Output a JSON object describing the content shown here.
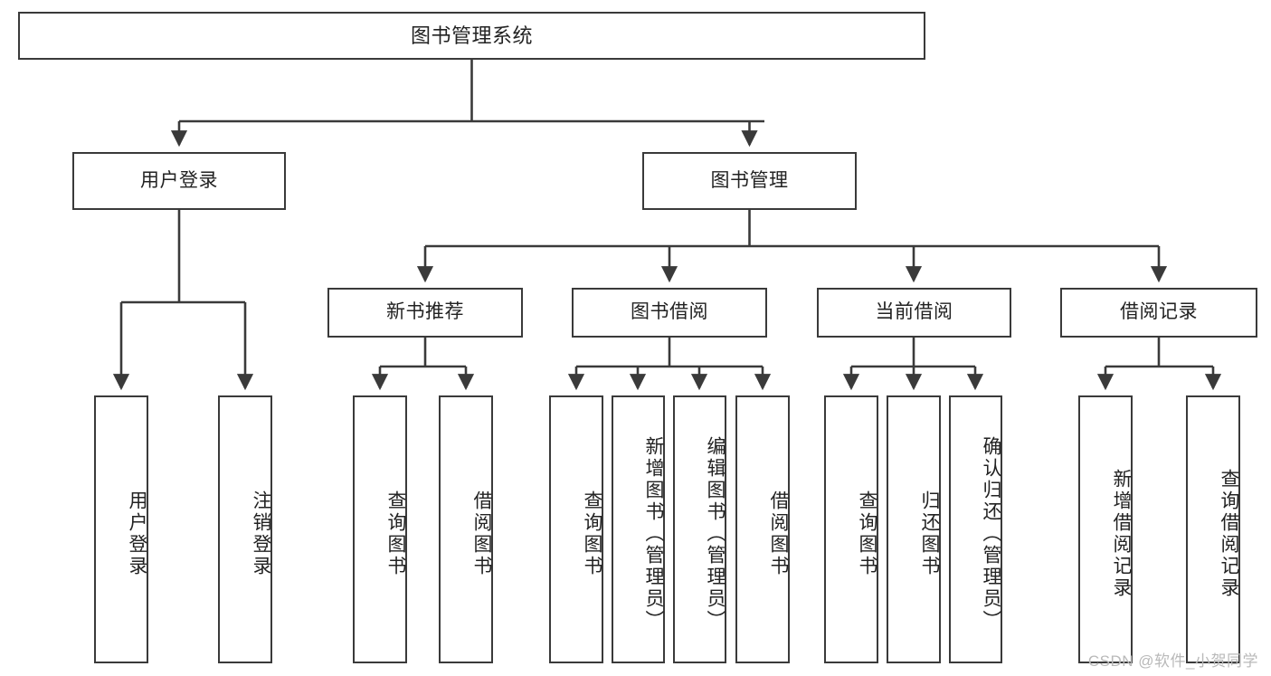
{
  "diagram": {
    "title": "图书管理系统",
    "type": "tree",
    "stroke_color": "#3a3a3a",
    "text_color": "#222222",
    "background_color": "#ffffff",
    "watermark": "CSDN @软件_小贺同学"
  },
  "nodes": {
    "root": {
      "label": "图书管理系统"
    },
    "level2": [
      {
        "id": "user-login",
        "label": "用户登录"
      },
      {
        "id": "book-manage",
        "label": "图书管理"
      }
    ],
    "level3": [
      {
        "id": "new-book-recommend",
        "label": "新书推荐"
      },
      {
        "id": "book-borrow",
        "label": "图书借阅"
      },
      {
        "id": "current-borrow",
        "label": "当前借阅"
      },
      {
        "id": "borrow-record",
        "label": "借阅记录"
      }
    ],
    "leaves": [
      {
        "id": "leaf-user-login",
        "label": "用户登录",
        "parent": "user-login"
      },
      {
        "id": "leaf-logout",
        "label": "注销登录",
        "parent": "user-login"
      },
      {
        "id": "leaf-query-book-1",
        "label": "查询图书",
        "parent": "new-book-recommend"
      },
      {
        "id": "leaf-borrow-book-1",
        "label": "借阅图书",
        "parent": "new-book-recommend"
      },
      {
        "id": "leaf-query-book-2",
        "label": "查询图书",
        "parent": "book-borrow"
      },
      {
        "id": "leaf-add-book",
        "label": "新增图书（管理员）",
        "parent": "book-borrow"
      },
      {
        "id": "leaf-edit-book",
        "label": "编辑图书（管理员）",
        "parent": "book-borrow"
      },
      {
        "id": "leaf-borrow-book-2",
        "label": "借阅图书",
        "parent": "book-borrow"
      },
      {
        "id": "leaf-query-book-3",
        "label": "查询图书",
        "parent": "current-borrow"
      },
      {
        "id": "leaf-return-book",
        "label": "归还图书",
        "parent": "current-borrow"
      },
      {
        "id": "leaf-confirm-return",
        "label": "确认归还（管理员）",
        "parent": "current-borrow"
      },
      {
        "id": "leaf-add-record",
        "label": "新增借阅记录",
        "parent": "borrow-record"
      },
      {
        "id": "leaf-query-record",
        "label": "查询借阅记录",
        "parent": "borrow-record"
      }
    ]
  }
}
